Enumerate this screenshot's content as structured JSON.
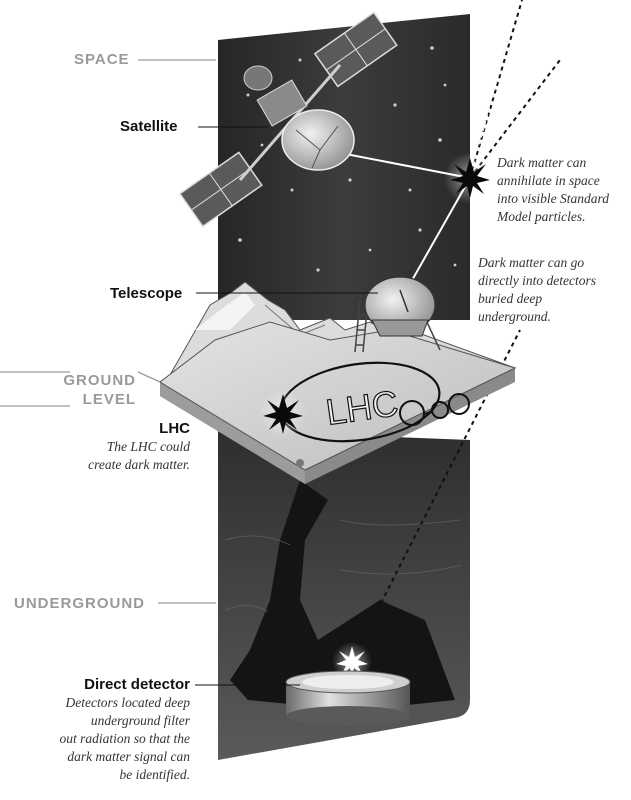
{
  "zones": {
    "space": "SPACE",
    "ground_line1": "GROUND",
    "ground_line2": "LEVEL",
    "underground": "UNDERGROUND"
  },
  "labels": {
    "satellite": "Satellite",
    "telescope": "Telescope",
    "lhc_title": "LHC",
    "lhc_line1": "The LHC could",
    "lhc_line2": "create dark matter.",
    "detector_title": "Direct detector",
    "detector_lines": [
      "Detectors located deep",
      "underground filter",
      "out radiation so that the",
      "dark matter signal can",
      "be identified."
    ],
    "annihilate_lines": [
      "Dark matter can",
      "annihilate in space",
      "into visible Standard",
      "Model particles."
    ],
    "direct_lines": [
      "Dark matter can go",
      "directly into detectors",
      "buried deep",
      "underground."
    ],
    "ring_text": "LHC"
  },
  "colors": {
    "space_bg": "#3a3a3a",
    "underground_bg": "#4a4a4a",
    "slab_top": "#d8d8d8",
    "zone_text": "#9a9a9a"
  },
  "icons": [
    "satellite-icon",
    "telescope-dish-icon",
    "collision-star-icon",
    "detector-cylinder-icon"
  ]
}
